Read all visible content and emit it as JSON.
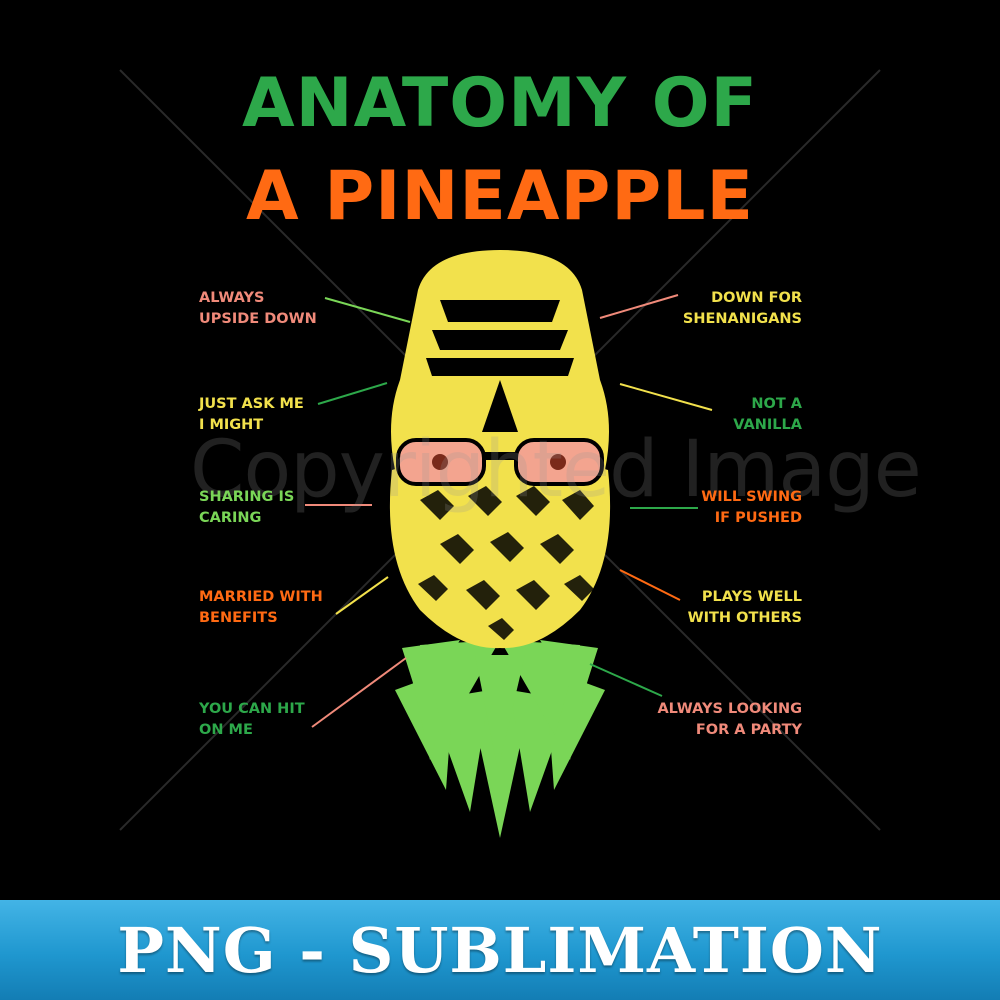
{
  "title": {
    "line1": "ANATOMY OF",
    "line2": "A PINEAPPLE",
    "line1_color": "#2da84a",
    "line2_color": "#ff6a13"
  },
  "labels": {
    "left": [
      {
        "text": "ALWAYS\nUPSIDE DOWN",
        "color": "#f08a7a"
      },
      {
        "text": "JUST ASK ME\nI MIGHT",
        "color": "#f2e14c"
      },
      {
        "text": "SHARING IS\nCARING",
        "color": "#7ad657"
      },
      {
        "text": "MARRIED WITH\nBENEFITS",
        "color": "#ff6a13"
      },
      {
        "text": "YOU CAN HIT\nON ME",
        "color": "#2da84a"
      }
    ],
    "right": [
      {
        "text": "DOWN FOR\nSHENANIGANS",
        "color": "#f2e14c"
      },
      {
        "text": "NOT A\nVANILLA",
        "color": "#2da84a"
      },
      {
        "text": "WILL SWING\nIF PUSHED",
        "color": "#ff6a13"
      },
      {
        "text": "PLAYS WELL\nWITH OTHERS",
        "color": "#f2e14c"
      },
      {
        "text": "ALWAYS LOOKING\nFOR A PARTY",
        "color": "#f08a7a"
      }
    ]
  },
  "watermark": "Copyrighted Image",
  "banner": {
    "text": "PNG - SUBLIMATION"
  },
  "colors": {
    "background": "#000000",
    "fruit_yellow": "#f2e14c",
    "leaves_green": "#7ad657",
    "lens_pink": "#f3a48f",
    "banner_blue": "#2aa3da"
  }
}
